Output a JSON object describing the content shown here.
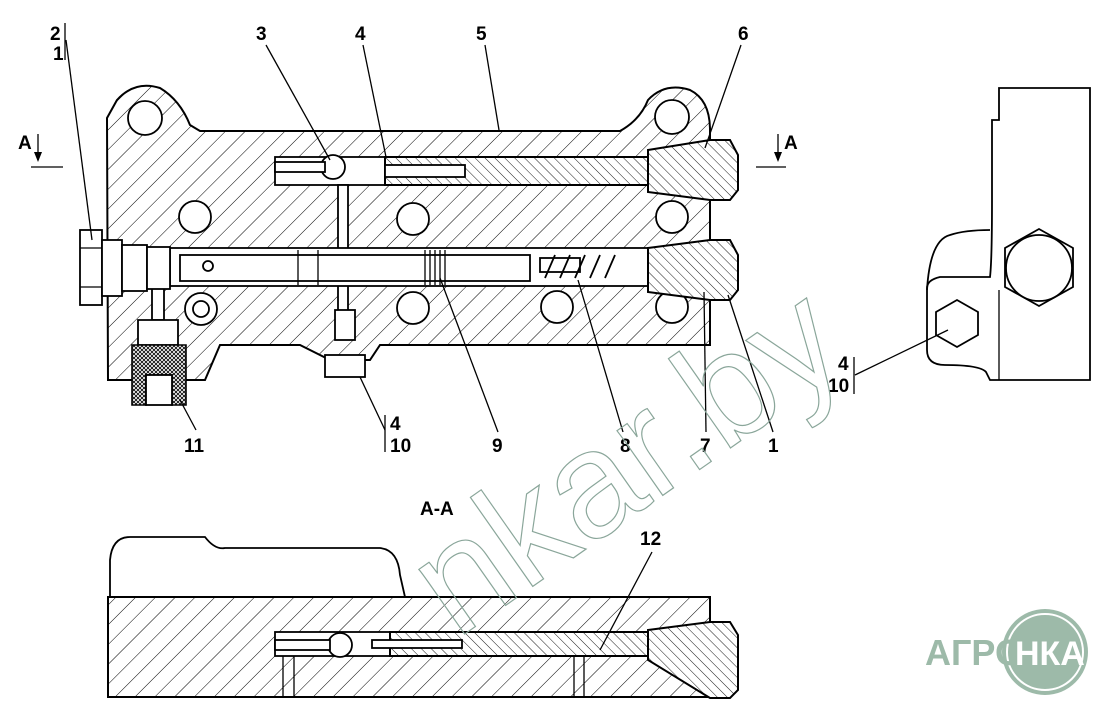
{
  "drawing": {
    "title": "Valve block assembly — section drawing",
    "section_label": "A-A",
    "section_marker": "A",
    "callouts": {
      "c1": "1",
      "c2_1_top": "2",
      "c2_1_bottom": "1",
      "c3": "3",
      "c4": "4",
      "c5": "5",
      "c6": "6",
      "c7": "7",
      "c8": "8",
      "c9": "9",
      "c11": "11",
      "c4_10_top": "4",
      "c4_10_bottom": "10",
      "side_4_10_top": "4",
      "side_4_10_bottom": "10",
      "c12": "12"
    },
    "watermark": "nkar.by",
    "logo": {
      "left": "АГРО",
      "right": "НКА",
      "color": "#9dbaa9"
    }
  }
}
